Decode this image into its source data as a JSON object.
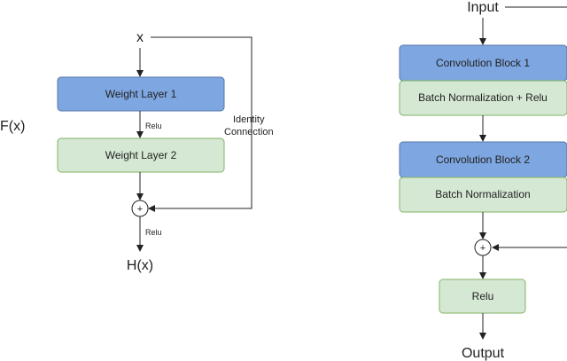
{
  "left": {
    "input_label": "x",
    "side_label": "F(x)",
    "layer1": "Weight Layer 1",
    "relu1": "Relu",
    "layer2": "Weight Layer 2",
    "identity_line1": "Identity",
    "identity_line2": "Connection",
    "plus": "+",
    "relu2": "Relu",
    "output_label": "H(x)"
  },
  "right": {
    "input_label": "Input",
    "conv1": "Convolution Block 1",
    "bn_relu": "Batch Normalization + Relu",
    "conv2": "Convolution Block 2",
    "bn": "Batch Normalization",
    "plus": "+",
    "relu": "Relu",
    "output_label": "Output"
  },
  "colors": {
    "blue_fill": "#7ea6e0",
    "green_fill": "#d5e8d4",
    "stroke": "#222222"
  }
}
